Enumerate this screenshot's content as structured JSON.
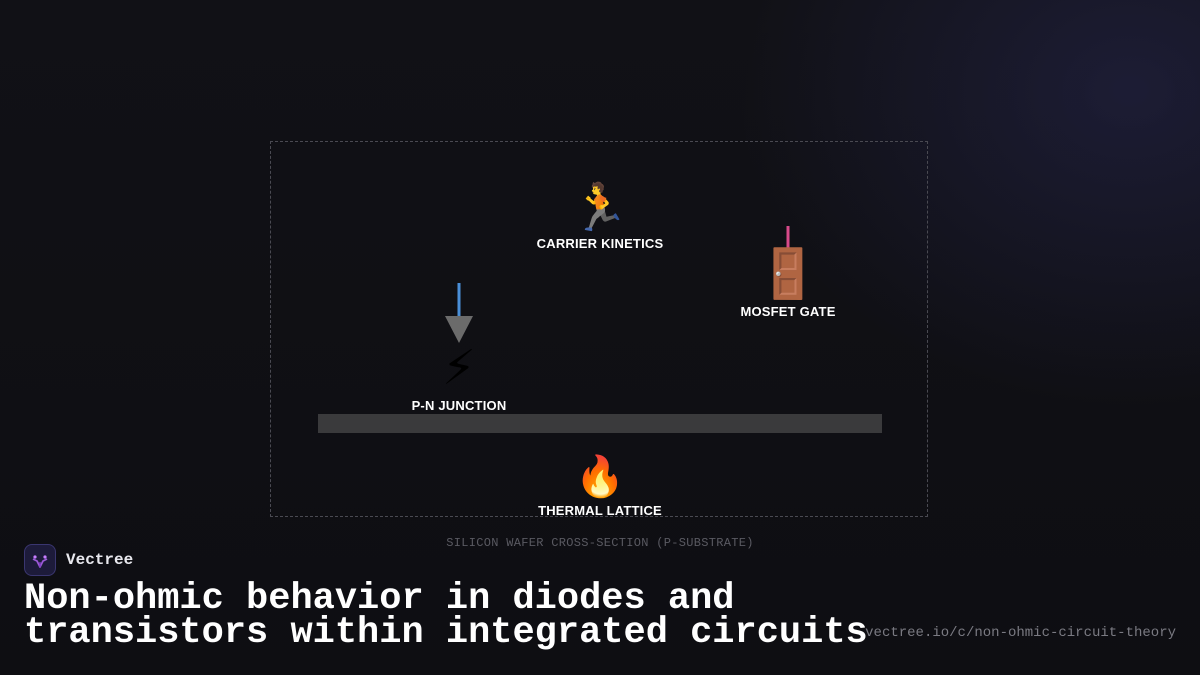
{
  "diagram": {
    "nodes": [
      {
        "id": "carrier-kinetics",
        "icon": "runner-icon",
        "emoji": "🏃",
        "label": "CARRIER KINETICS"
      },
      {
        "id": "mosfet-gate",
        "icon": "door-icon",
        "emoji": "🚪",
        "label": "MOSFET GATE"
      },
      {
        "id": "pn-junction",
        "icon": "lightning-icon",
        "emoji": "⚡",
        "label": "P-N JUNCTION"
      },
      {
        "id": "thermal-lattice",
        "icon": "fire-icon",
        "emoji": "🔥",
        "label": "THERMAL LATTICE"
      }
    ],
    "caption": "SILICON WAFER CROSS-SECTION (P-SUBSTRATE)",
    "colors": {
      "down_arrow_line": "#4a8fd8",
      "down_arrow_head": "#6b6b6b",
      "gate_line": "#d84a8a",
      "substrate": "#3a3a3c",
      "frame_border": "#4a4a52"
    }
  },
  "brand": {
    "name": "Vectree",
    "logo_icon": "vectree-logo-icon",
    "accent": "#9b59d6"
  },
  "headline": "Non-ohmic behavior in diodes and\ntransistors within integrated circuits",
  "url": "vectree.io/c/non-ohmic-circuit-theory"
}
